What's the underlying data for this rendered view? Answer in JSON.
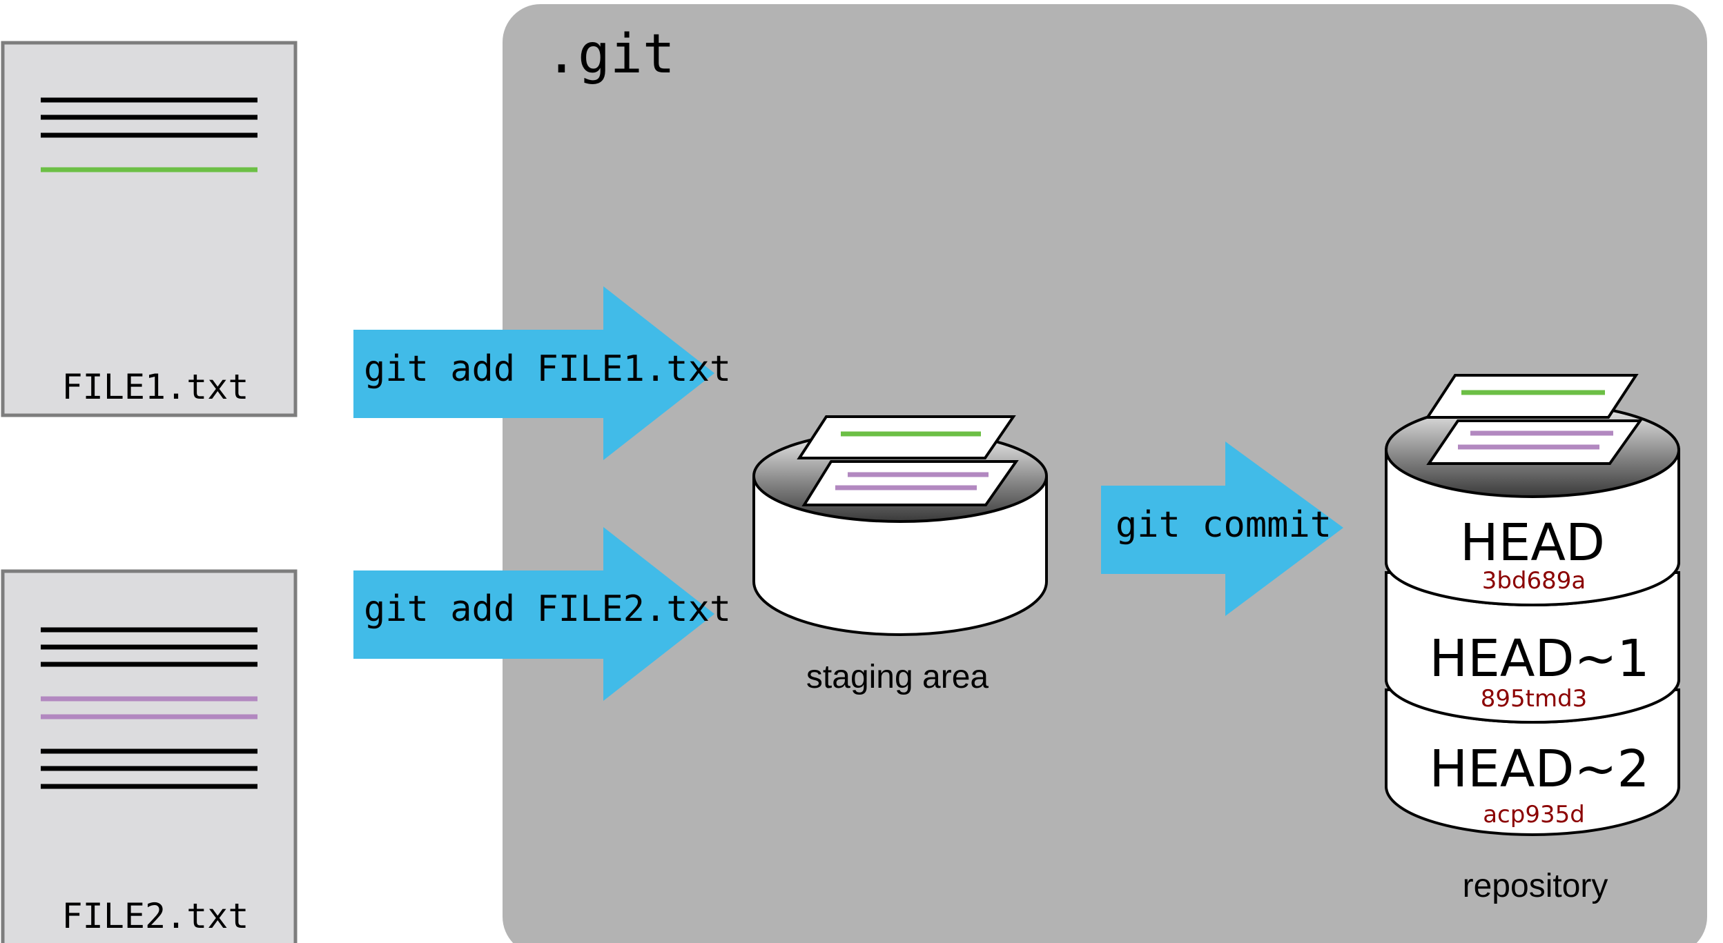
{
  "git_dir": {
    "label": ".git"
  },
  "files": [
    {
      "name": "FILE1.txt",
      "lines": [
        "black",
        "black",
        "black",
        "green"
      ]
    },
    {
      "name": "FILE2.txt",
      "lines": [
        "black",
        "black",
        "black",
        "purple",
        "purple",
        "black",
        "black",
        "black"
      ]
    }
  ],
  "arrows": {
    "add_file1": "git add FILE1.txt",
    "add_file2": "git add FILE2.txt",
    "commit": "git commit"
  },
  "staging": {
    "label": "staging area"
  },
  "repository": {
    "label": "repository",
    "commits": [
      {
        "ref": "HEAD",
        "hash": "3bd689a"
      },
      {
        "ref": "HEAD~1",
        "hash": "895tmd3"
      },
      {
        "ref": "HEAD~2",
        "hash": "acp935d"
      }
    ]
  },
  "colors": {
    "arrow": "#41bbe8",
    "git_bg": "#b3b3b3",
    "file_bg": "#dcdcde",
    "file_border": "#7d7d7d",
    "green_line": "#6cbf45",
    "purple_line": "#b288c0",
    "hash_text": "#8b0000"
  }
}
